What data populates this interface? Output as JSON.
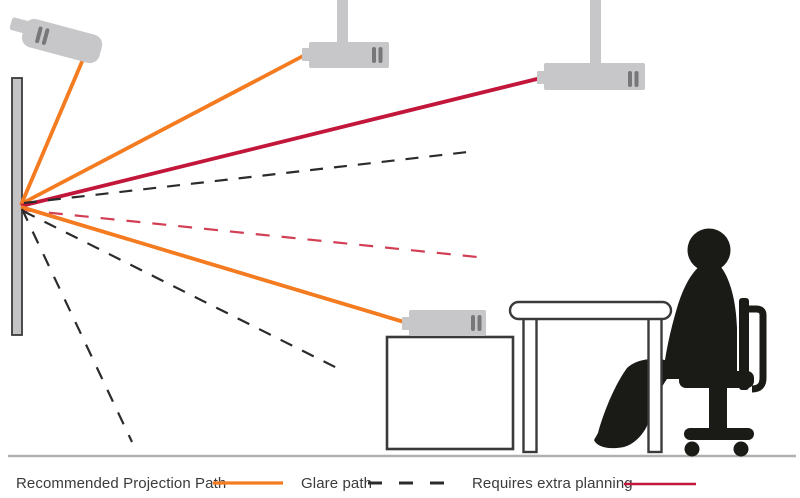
{
  "colors": {
    "recommended_path": "#F47B20",
    "glare_path": "#2B2B2B",
    "requires_extra_planning": "#C2173B",
    "requires_extra_planning_dashed": "#D23F54",
    "projector_body": "#C7C7C9",
    "projector_vent": "#77777A",
    "screen_fill": "#C4C4C6",
    "outline_dark": "#3A3A3A",
    "floor_line": "#B0B0B0",
    "silhouette": "#1A1A16",
    "legend_text": "#3B3B3B"
  },
  "legend": {
    "recommended": {
      "label": "Recommended Projection Path",
      "line_style": "solid"
    },
    "glare": {
      "label": "Glare path",
      "line_style": "dashed"
    },
    "extra_planning": {
      "label": "Requires extra planning",
      "line_style": "solid"
    }
  },
  "icons": {
    "screen": "projection-screen",
    "projector_top_left": "tilted-projector-icon",
    "projector_ceiling_mid": "ceiling-mounted-projector-icon",
    "projector_ceiling_right": "ceiling-mounted-projector-icon",
    "projector_on_stand": "projector-icon",
    "stand": "projector-stand",
    "desk": "desk",
    "person": "seated-person-silhouette",
    "chair": "office-chair"
  }
}
